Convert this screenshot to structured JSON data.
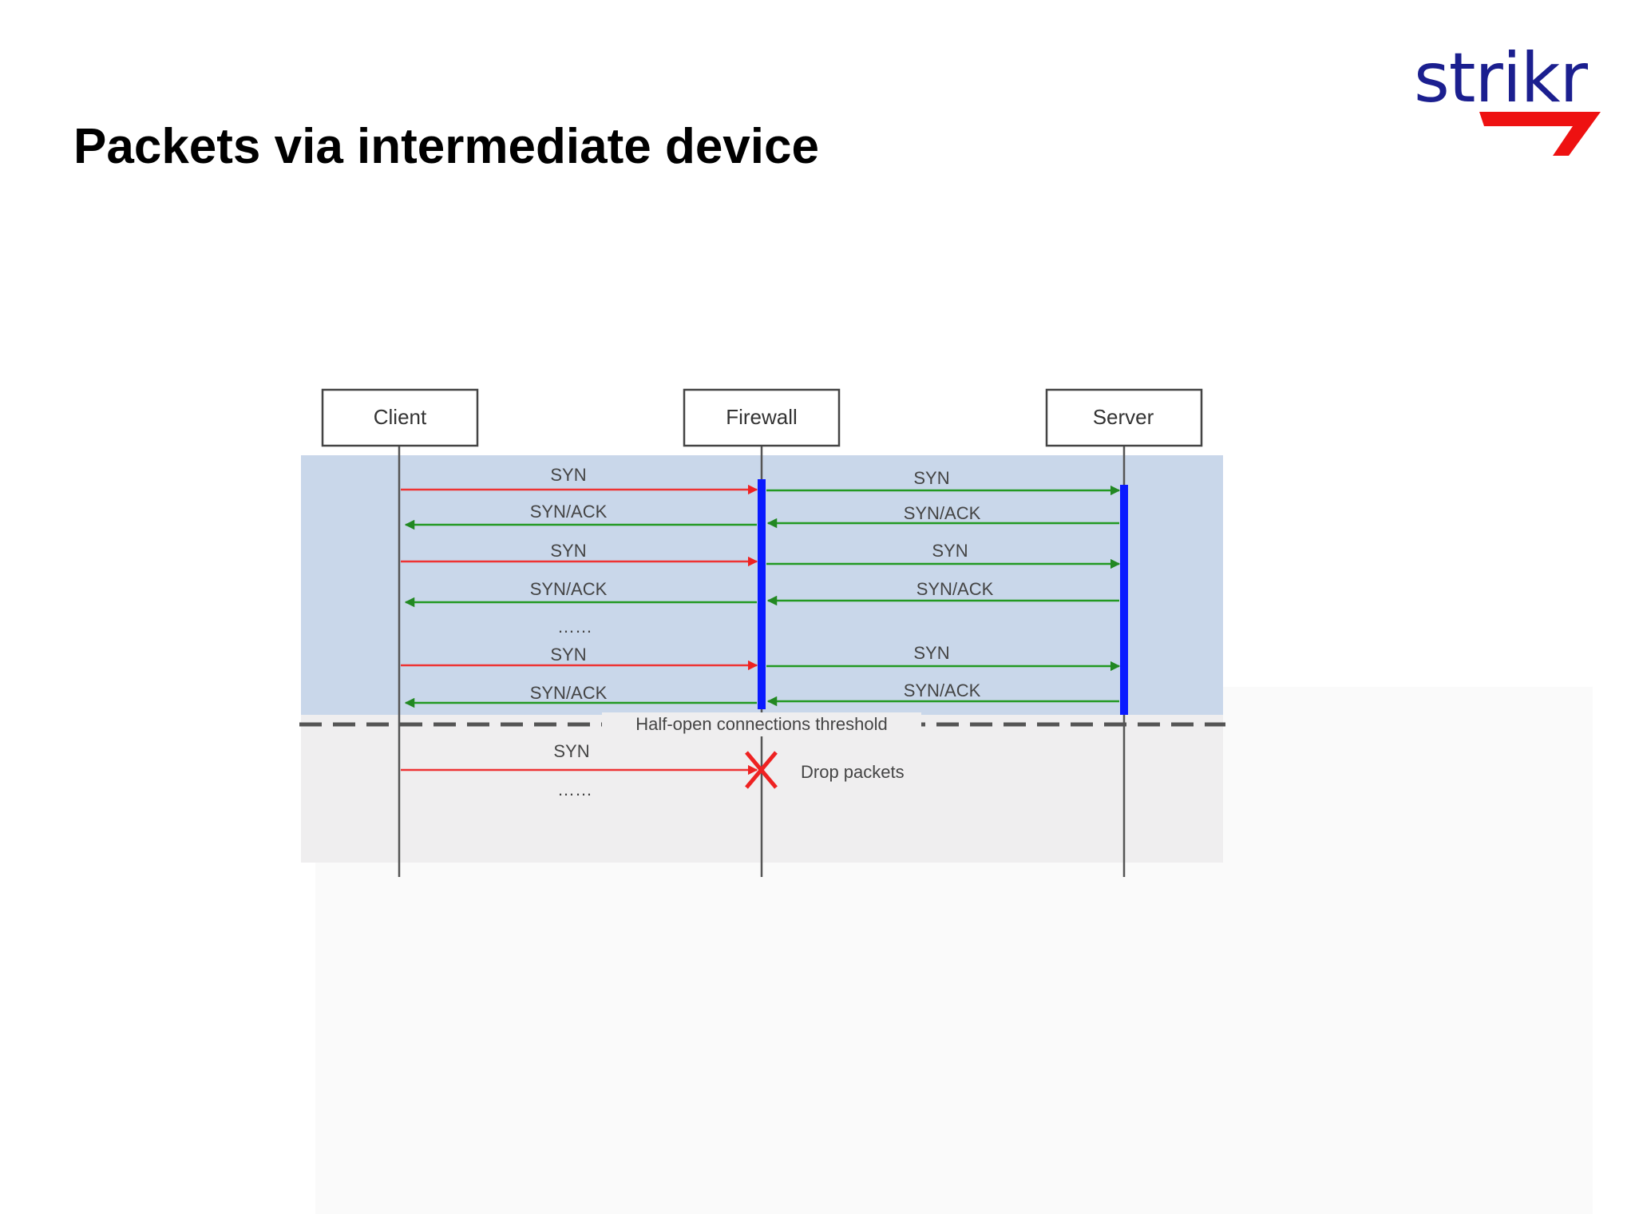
{
  "slide": {
    "title": "Packets via intermediate device"
  },
  "logo": {
    "text": "strikr",
    "text_color": "#1b1f8f",
    "mark_color": "#ee1111",
    "mark_icon": "red-swoosh-arrow"
  },
  "diagram": {
    "participants": {
      "client": "Client",
      "firewall": "Firewall",
      "server": "Server"
    },
    "messages": {
      "m1": "SYN",
      "m2": "SYN",
      "m3": "SYN/ACK",
      "m4": "SYN/ACK",
      "m5": "SYN",
      "m6": "SYN",
      "m7": "SYN/ACK",
      "m8": "SYN/ACK",
      "m9": "SYN",
      "m10": "SYN",
      "m11": "SYN/ACK",
      "m12": "SYN/ACK",
      "m13": "SYN"
    },
    "ellipsis_1": "……",
    "ellipsis_2": "……",
    "threshold_label": "Half-open connections threshold",
    "drop_label": "Drop packets",
    "colors": {
      "request_arrow": "#ee3333",
      "response_arrow": "#229922",
      "activation_bar": "#0a1aff",
      "accepted_zone": "#c9d7ea",
      "rejected_zone": "#efeeef",
      "threshold_line": "#555555",
      "drop_mark": "#ee2222"
    }
  }
}
